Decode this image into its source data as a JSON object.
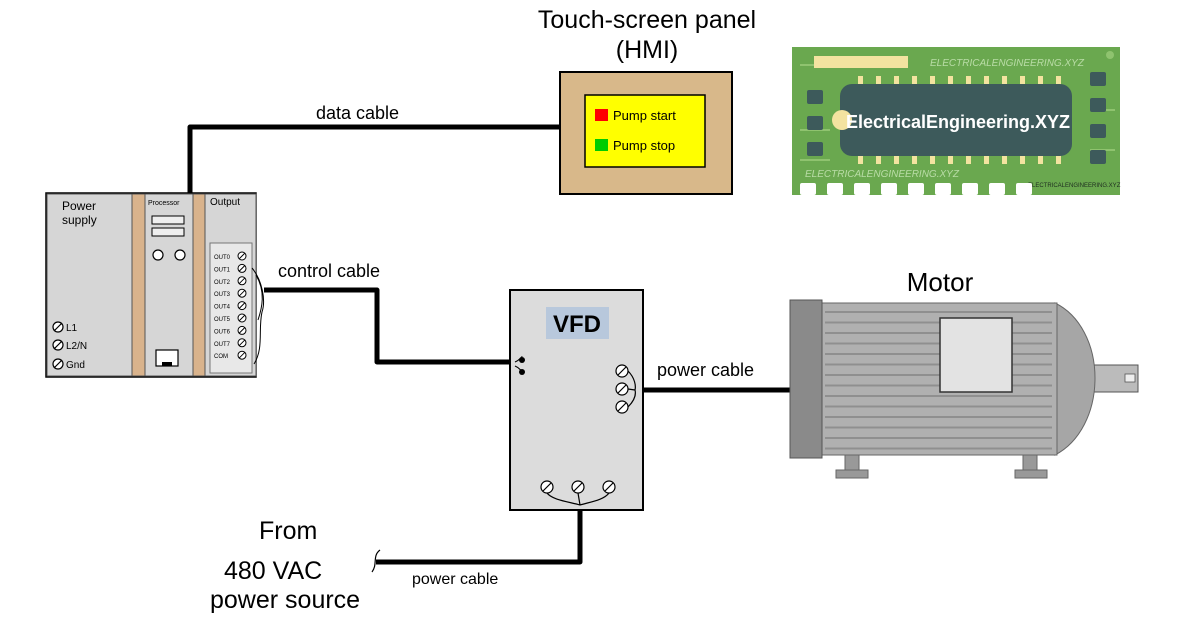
{
  "hmi": {
    "title_line1": "Touch-screen panel",
    "title_line2": "(HMI)",
    "start_label": "Pump start",
    "stop_label": "Pump stop",
    "start_color": "#ff0000",
    "stop_color": "#00cc00",
    "screen_color": "#ffff00",
    "frame_color": "#d8b88a"
  },
  "plc": {
    "power_supply_line1": "Power",
    "power_supply_line2": "supply",
    "processor_label": "Processor",
    "output_label": "Output",
    "terminals": [
      "L1",
      "L2/N",
      "Gnd"
    ],
    "outputs": [
      "OUT0",
      "OUT1",
      "OUT2",
      "OUT3",
      "OUT4",
      "OUT5",
      "OUT6",
      "OUT7",
      "COM"
    ]
  },
  "vfd": {
    "label": "VFD"
  },
  "motor": {
    "label": "Motor"
  },
  "cables": {
    "data": "data cable",
    "control": "control cable",
    "power_out": "power cable",
    "power_in": "power cable"
  },
  "source": {
    "line1": "From",
    "line2": "480 VAC",
    "line3": "power source"
  },
  "logo": {
    "main": "ElectricalEngineering.XYZ",
    "watermark_top": "ELECTRICALENGINEERING.XYZ",
    "watermark_bottom": "ELECTRICALENGINEERING.XYZ",
    "watermark_small": "ELECTRICALENGINEERING.XYZ",
    "board_color": "#6aa84f",
    "chip_color": "#3d5a5b",
    "accent_color": "#f3e3a0"
  }
}
